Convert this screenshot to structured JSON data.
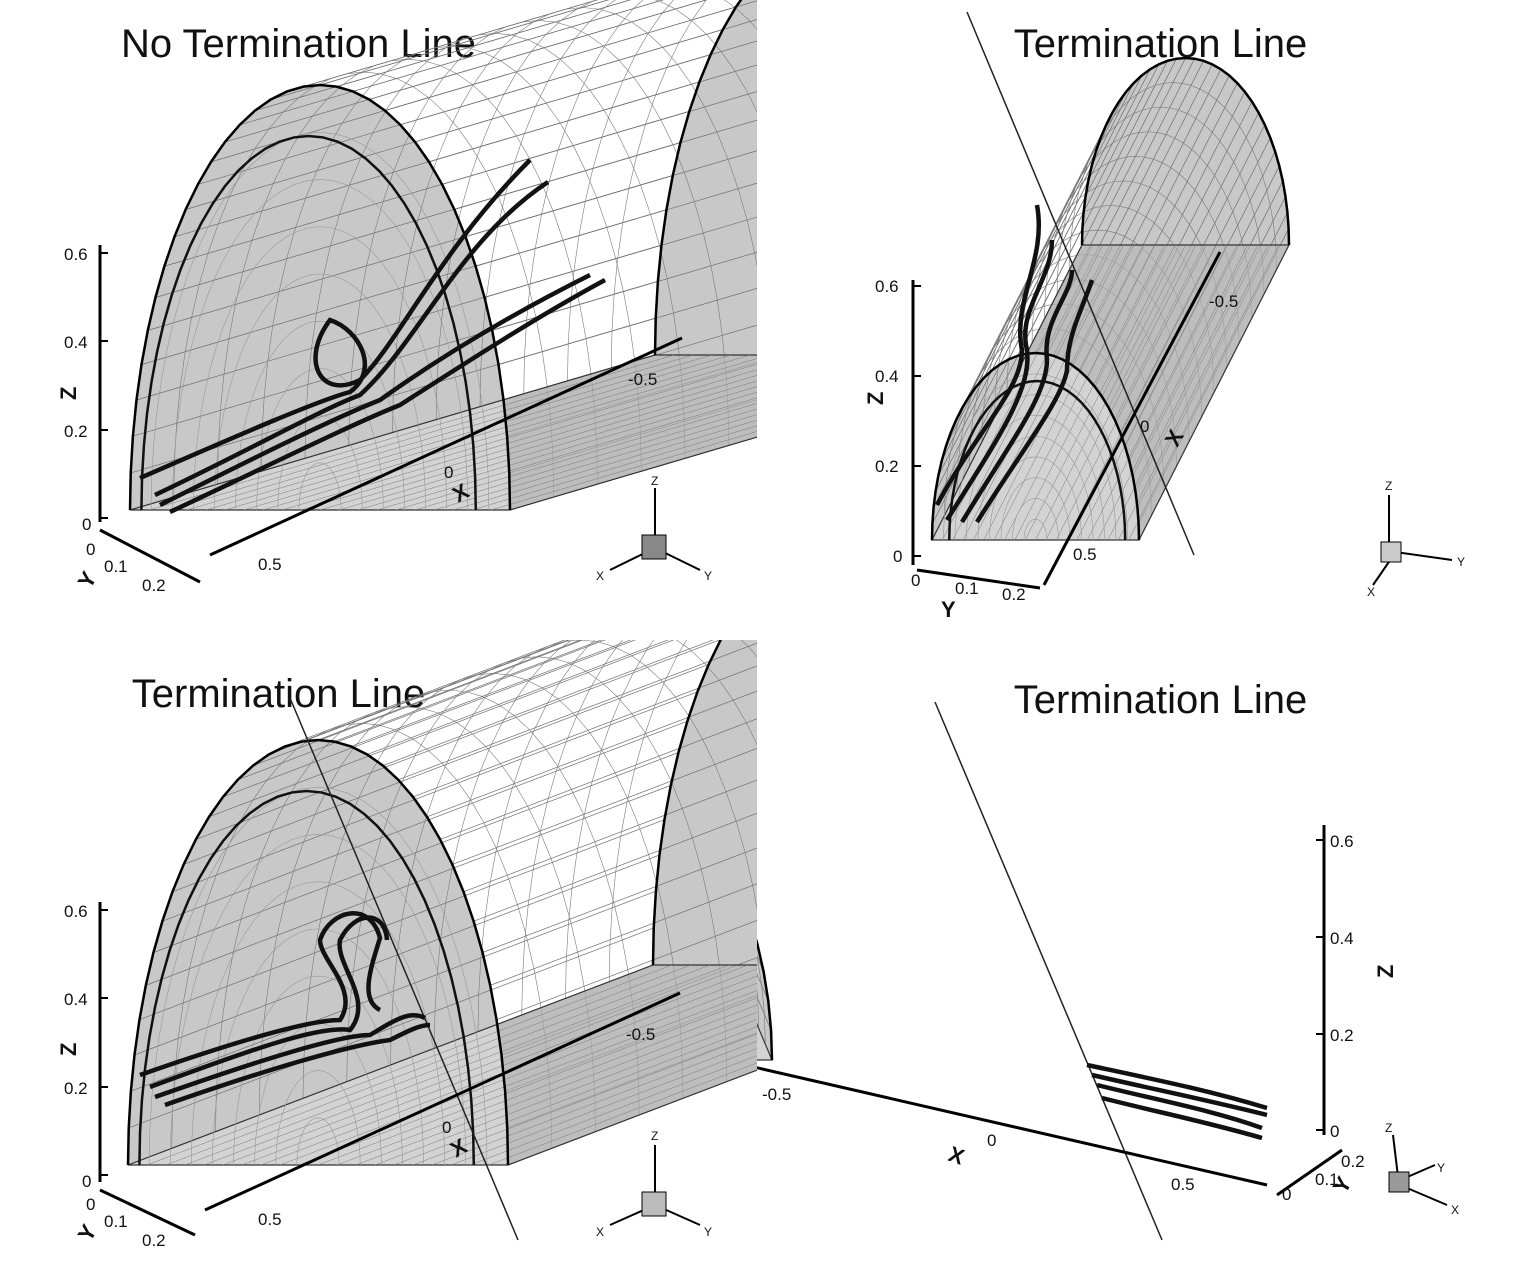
{
  "figure": {
    "panels": [
      {
        "id": "top-left",
        "title": "No Termination Line",
        "axes": {
          "x_label": "X",
          "y_label": "Y",
          "z_label": "Z",
          "x_ticks": [
            "0.5",
            "0",
            "-0.5"
          ],
          "y_ticks": [
            "0",
            "0.1",
            "0.2"
          ],
          "z_ticks": [
            "0",
            "0.2",
            "0.4",
            "0.6"
          ]
        },
        "triad": {
          "x": "X",
          "y": "Y",
          "z": "Z"
        },
        "has_termination_line": false
      },
      {
        "id": "top-right",
        "title": "Termination Line",
        "axes": {
          "x_label": "X",
          "y_label": "Y",
          "z_label": "Z",
          "x_ticks": [
            "0.5",
            "0",
            "-0.5"
          ],
          "y_ticks": [
            "0",
            "0.1",
            "0.2"
          ],
          "z_ticks": [
            "0",
            "0.2",
            "0.4",
            "0.6"
          ]
        },
        "triad": {
          "x": "X",
          "y": "Y",
          "z": "Z"
        },
        "has_termination_line": true
      },
      {
        "id": "bottom-left",
        "title": "Termination Line",
        "axes": {
          "x_label": "X",
          "y_label": "Y",
          "z_label": "Z",
          "x_ticks": [
            "0.5",
            "0",
            "-0.5"
          ],
          "y_ticks": [
            "0",
            "0.1",
            "0.2"
          ],
          "z_ticks": [
            "0",
            "0.2",
            "0.4",
            "0.6"
          ]
        },
        "triad": {
          "x": "X",
          "y": "Y",
          "z": "Z"
        },
        "has_termination_line": true
      },
      {
        "id": "bottom-right",
        "title": "Termination Line",
        "axes": {
          "x_label": "X",
          "y_label": "Y",
          "z_label": "Z",
          "x_ticks": [
            "-0.5",
            "0",
            "0.5"
          ],
          "y_ticks": [
            "0",
            "0.1",
            "0.2"
          ],
          "z_ticks": [
            "0",
            "0.2",
            "0.4",
            "0.6"
          ]
        },
        "triad": {
          "x": "X",
          "y": "Y",
          "z": "Z"
        },
        "has_termination_line": true
      }
    ]
  }
}
